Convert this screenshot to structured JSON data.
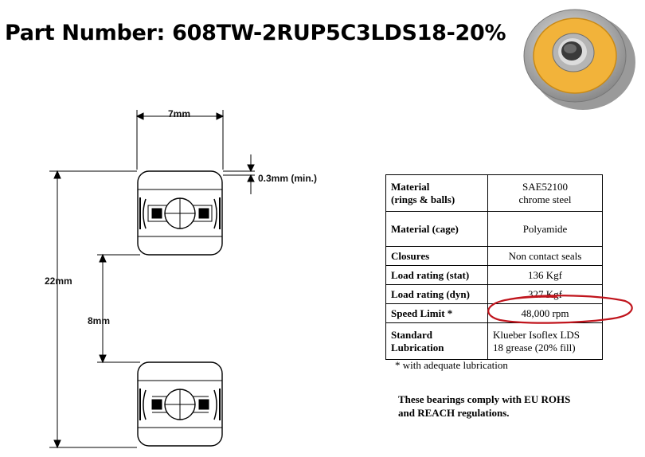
{
  "title": "Part Number: 608TW-2RUP5C3LDS18-20%",
  "photo": {
    "icon": "bearing-photo",
    "seal_color": "#f2b33a",
    "shield_color": "#c9c9c9"
  },
  "dimensions": {
    "width": "7mm",
    "clearance": "0.3mm (min.)",
    "outer_diameter": "22mm",
    "bore": "8mm"
  },
  "specs": {
    "rows": [
      {
        "label": "Material (rings & balls)",
        "label_l1": "Material",
        "label_l2": "(rings & balls)",
        "value_l1": "SAE52100",
        "value_l2": "chrome steel"
      },
      {
        "label": "Material (cage)",
        "value": "Polyamide"
      },
      {
        "label": "Closures",
        "value": "Non contact seals"
      },
      {
        "label": "Load rating (stat)",
        "value": "136 Kgf"
      },
      {
        "label": "Load rating (dyn)",
        "value": "327 Kgf"
      },
      {
        "label": "Speed Limit *",
        "value": "48,000 rpm"
      },
      {
        "label_l1": "Standard",
        "label_l2": "Lubrication",
        "value_l1": "Klueber Isoflex LDS",
        "value_l2": "18 grease (20% fill)"
      }
    ]
  },
  "footnote": "* with adequate lubrication",
  "compliance": {
    "line1": "These bearings comply with EU ROHS",
    "line2": "and REACH  regulations."
  },
  "annotation_color": "#c0141c"
}
